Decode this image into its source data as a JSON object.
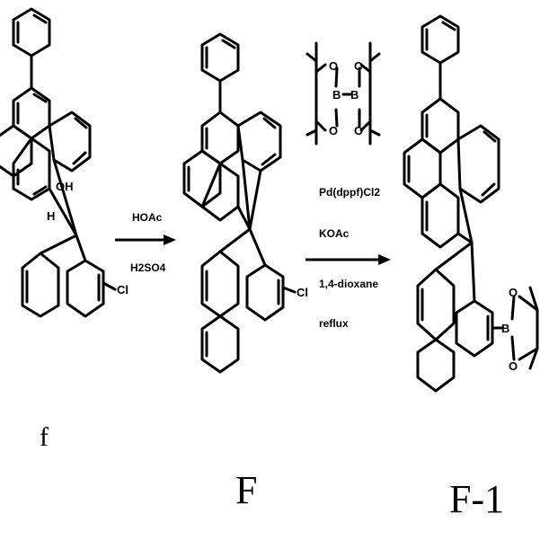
{
  "compounds": [
    {
      "id": "f",
      "label": "f",
      "atoms": {
        "oh": "OH",
        "h": "H",
        "cl": "Cl"
      }
    },
    {
      "id": "F",
      "label": "F",
      "atoms": {
        "cl": "Cl"
      }
    },
    {
      "id": "F-1",
      "label": "F-1",
      "atoms": {
        "b": "B",
        "o1": "O",
        "o2": "O"
      }
    }
  ],
  "step1": {
    "above": "HOAc",
    "below": "H2SO4"
  },
  "step2": {
    "reagent_atoms": {
      "o1": "O",
      "o2": "O",
      "o3": "O",
      "o4": "O",
      "b1": "B",
      "b2": "B"
    },
    "lines": [
      "Pd(dppf)Cl2",
      "KOAc",
      "1,4-dioxane",
      "reflux"
    ]
  }
}
